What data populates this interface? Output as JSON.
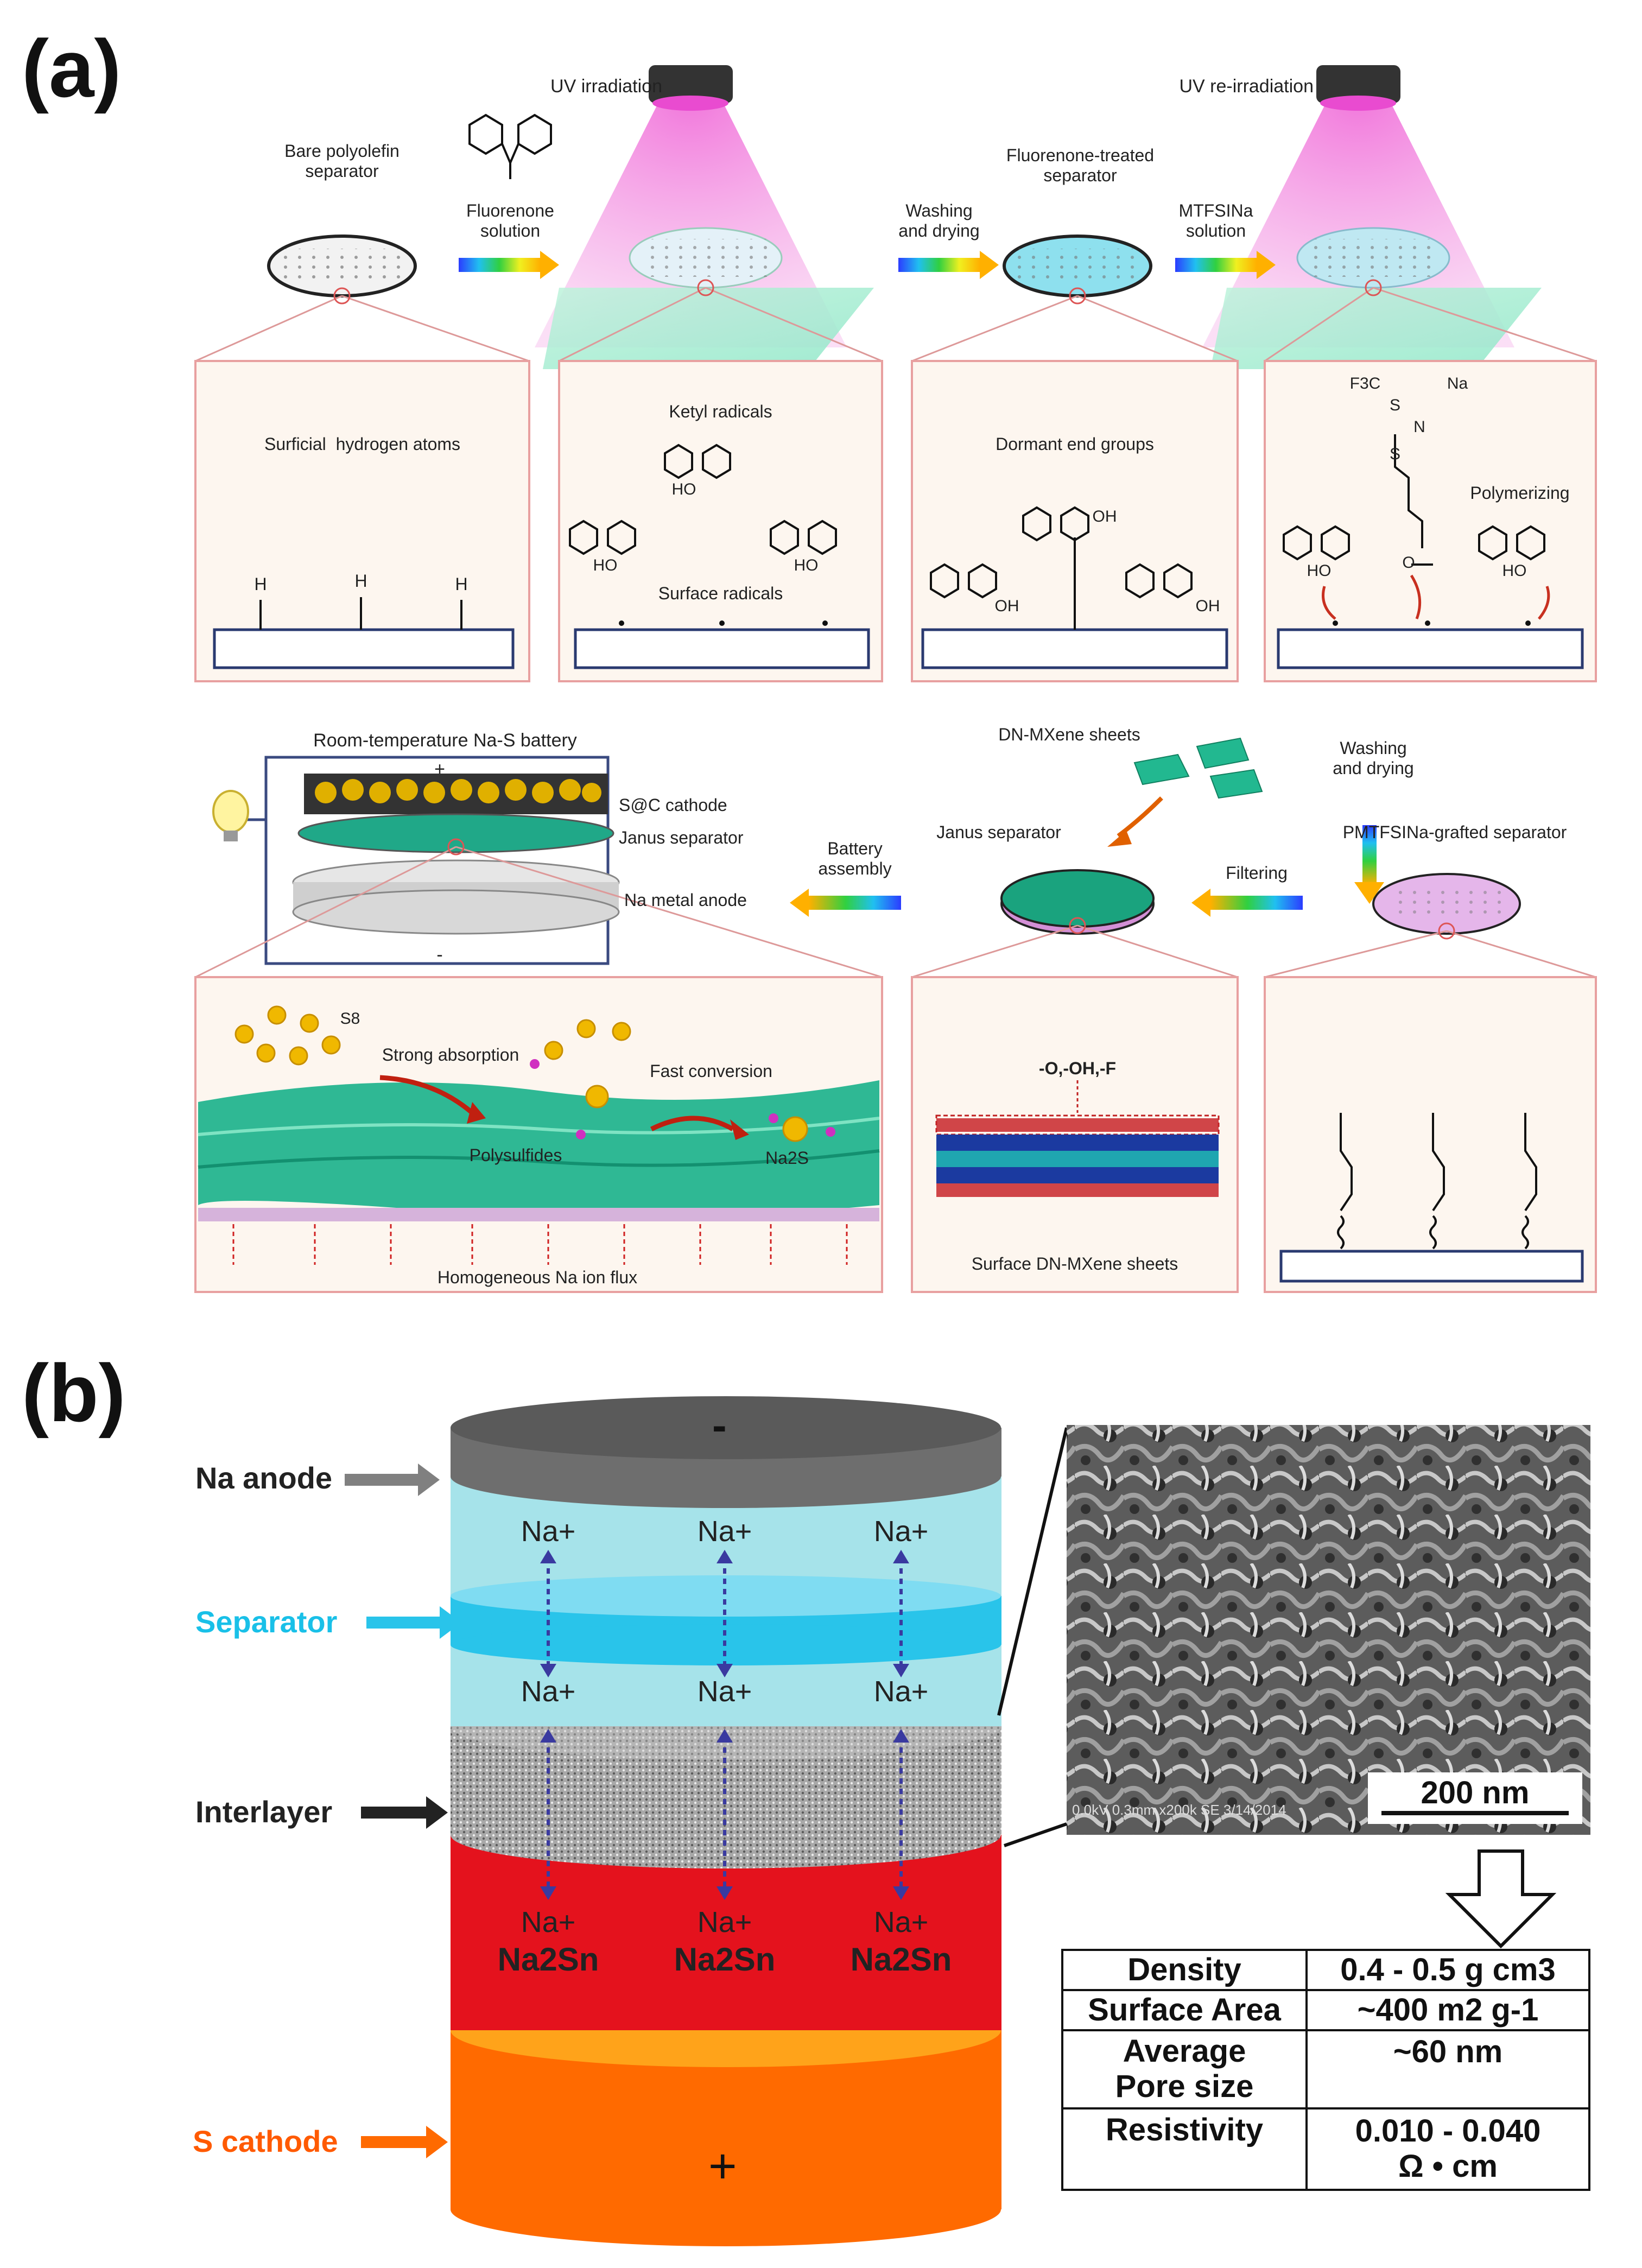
{
  "panel_a": {
    "label": "(a)",
    "row1": {
      "uv_irradiation": "UV irradiation",
      "uv_reirradiation": "UV re-irradiation",
      "bare_separator": "Bare polyolefin\nseparator",
      "fluorenone_solution": "Fluorenone\nsolution",
      "washing_drying": "Washing\nand drying",
      "treated_separator": "Fluorenone-treated\nseparator",
      "mtfsina_solution": "MTFSINa\nsolution",
      "box1_title": "Surficial  hydrogen atoms",
      "box2_title": "Ketyl radicals",
      "box2_sub": "Surface radicals",
      "box3_title": "Dormant end groups",
      "box4_title": "Polymerizing",
      "h": "H",
      "ho": "HO",
      "oh": "OH",
      "f3c": "F3C",
      "na": "Na",
      "n": "N",
      "s": "S",
      "o": "O"
    },
    "row2": {
      "battery_title": "Room-temperature Na-S battery",
      "sc_cathode": "S@C cathode",
      "janus_separator_lbl": "Janus separator",
      "na_anode": "Na metal anode",
      "battery_assembly": "Battery\nassembly",
      "janus_separator": "Janus  separator",
      "dn_mxene": "DN-MXene sheets",
      "filtering": "Filtering",
      "washing_drying2": "Washing\nand drying",
      "pmtfsina_separator": "PMTFSINa-grafted separator",
      "plus": "+",
      "minus": "-"
    },
    "row3": {
      "s8": "S8",
      "strong_absorption": "Strong absorption",
      "fast_conversion": "Fast conversion",
      "polysulfides": "Polysulfides",
      "na2s": "Na2S",
      "na_ion_flux": "Homogeneous Na ion flux",
      "surface_groups": "-O,-OH,-F",
      "surface_mxene": "Surface DN-MXene sheets"
    }
  },
  "panel_b": {
    "label": "(b)",
    "na_anode": "Na anode",
    "separator": "Separator",
    "interlayer": "Interlayer",
    "s_cathode": "S cathode",
    "na_ion": "Na+",
    "na2sn": "Na2Sn",
    "minus": "-",
    "plus": "+",
    "sem_scale": "200 nm",
    "sem_caption": "0.0kV 0.3mm x200k SE 3/14/2014",
    "properties": [
      {
        "name": "Density",
        "value": "0.4 - 0.5 g cm3"
      },
      {
        "name": "Surface Area",
        "value": "~400 m2 g-1"
      },
      {
        "name": "Average\nPore size",
        "value": "~60 nm"
      },
      {
        "name": "Resistivity",
        "value": "0.010 - 0.040\nΩ • cm"
      }
    ],
    "colors": {
      "anode": "#6e6e6e",
      "electrolyte": "#a6e3ea",
      "separator": "#29c4ea",
      "interlayer": "#9a9a9a",
      "polysulfide": "#e4121d",
      "cathode": "#ff6a00",
      "separator_text": "#19c0e8",
      "cathode_text": "#ff5a00"
    }
  }
}
